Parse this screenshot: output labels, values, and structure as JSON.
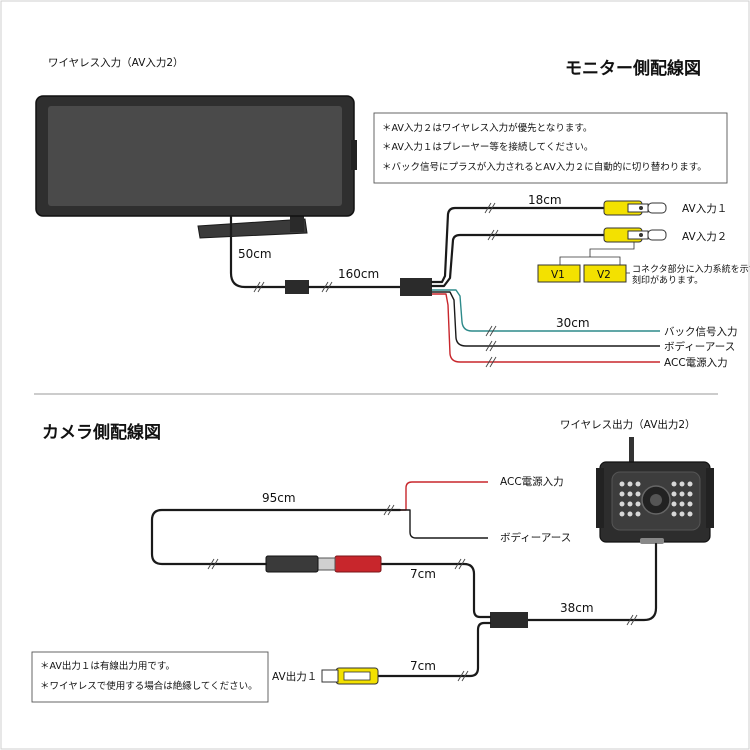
{
  "monitor_section": {
    "title": "モニター側配線図",
    "wireless_input_label": "ワイヤレス入力（AV入力2）",
    "notes": [
      "＊AV入力２はワイヤレス入力が優先となります。",
      "＊AV入力１はプレーヤー等を接続してください。",
      "＊バック信号にプラスが入力されるとAV入力２に自動的に切り替わります。"
    ],
    "lengths": {
      "antenna_cable": "50cm",
      "main_cable": "160cm",
      "av_branch": "18cm",
      "signal_branch": "30cm"
    },
    "outputs": {
      "av1": "AV入力１",
      "av2": "AV入力２",
      "back_signal": "バック信号入力",
      "body_earth": "ボディーアース",
      "acc_power": "ACC電源入力"
    },
    "connector_marks": [
      "V1",
      "V2"
    ],
    "connector_note": [
      "コネクタ部分に入力系統を示す",
      "刻印があります。"
    ]
  },
  "camera_section": {
    "title": "カメラ側配線図",
    "wireless_output_label": "ワイヤレス出力（AV出力2）",
    "lengths": {
      "power_cable": "95cm",
      "mid_cable": "7cm",
      "camera_cable": "38cm",
      "av_out_cable": "7cm"
    },
    "outputs": {
      "acc_power": "ACC電源入力",
      "body_earth": "ボディーアース",
      "av_out1": "AV出力１"
    },
    "notes": [
      "＊AV出力１は有線出力用です。",
      "＊ワイヤレスで使用する場合は絶縁してください。"
    ]
  },
  "colors": {
    "wire_black": "#1a1a1a",
    "wire_red": "#c8262c",
    "wire_teal": "#2d8a8a",
    "rca_yellow": "#f3e100",
    "tag_yellow": "#f3e100",
    "divider": "#999999"
  }
}
